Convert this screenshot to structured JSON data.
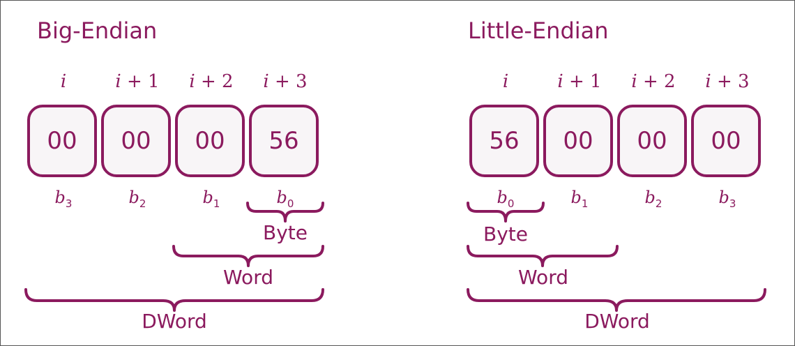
{
  "colors": {
    "accent": "#8b1a5e",
    "cell_fill": "#f8f5f7"
  },
  "big_endian": {
    "title": "Big-Endian",
    "indices": [
      {
        "var": "i",
        "op": ""
      },
      {
        "var": "i",
        "op": " + 1"
      },
      {
        "var": "i",
        "op": " + 2"
      },
      {
        "var": "i",
        "op": " + 3"
      }
    ],
    "bytes": [
      "00",
      "00",
      "00",
      "56"
    ],
    "byte_labels": [
      {
        "base": "b",
        "sub": "3"
      },
      {
        "base": "b",
        "sub": "2"
      },
      {
        "base": "b",
        "sub": "1"
      },
      {
        "base": "b",
        "sub": "0"
      }
    ],
    "groups": {
      "byte": "Byte",
      "word": "Word",
      "dword": "DWord"
    }
  },
  "little_endian": {
    "title": "Little-Endian",
    "indices": [
      {
        "var": "i",
        "op": ""
      },
      {
        "var": "i",
        "op": " + 1"
      },
      {
        "var": "i",
        "op": " + 2"
      },
      {
        "var": "i",
        "op": " + 3"
      }
    ],
    "bytes": [
      "56",
      "00",
      "00",
      "00"
    ],
    "byte_labels": [
      {
        "base": "b",
        "sub": "0"
      },
      {
        "base": "b",
        "sub": "1"
      },
      {
        "base": "b",
        "sub": "2"
      },
      {
        "base": "b",
        "sub": "3"
      }
    ],
    "groups": {
      "byte": "Byte",
      "word": "Word",
      "dword": "DWord"
    }
  }
}
